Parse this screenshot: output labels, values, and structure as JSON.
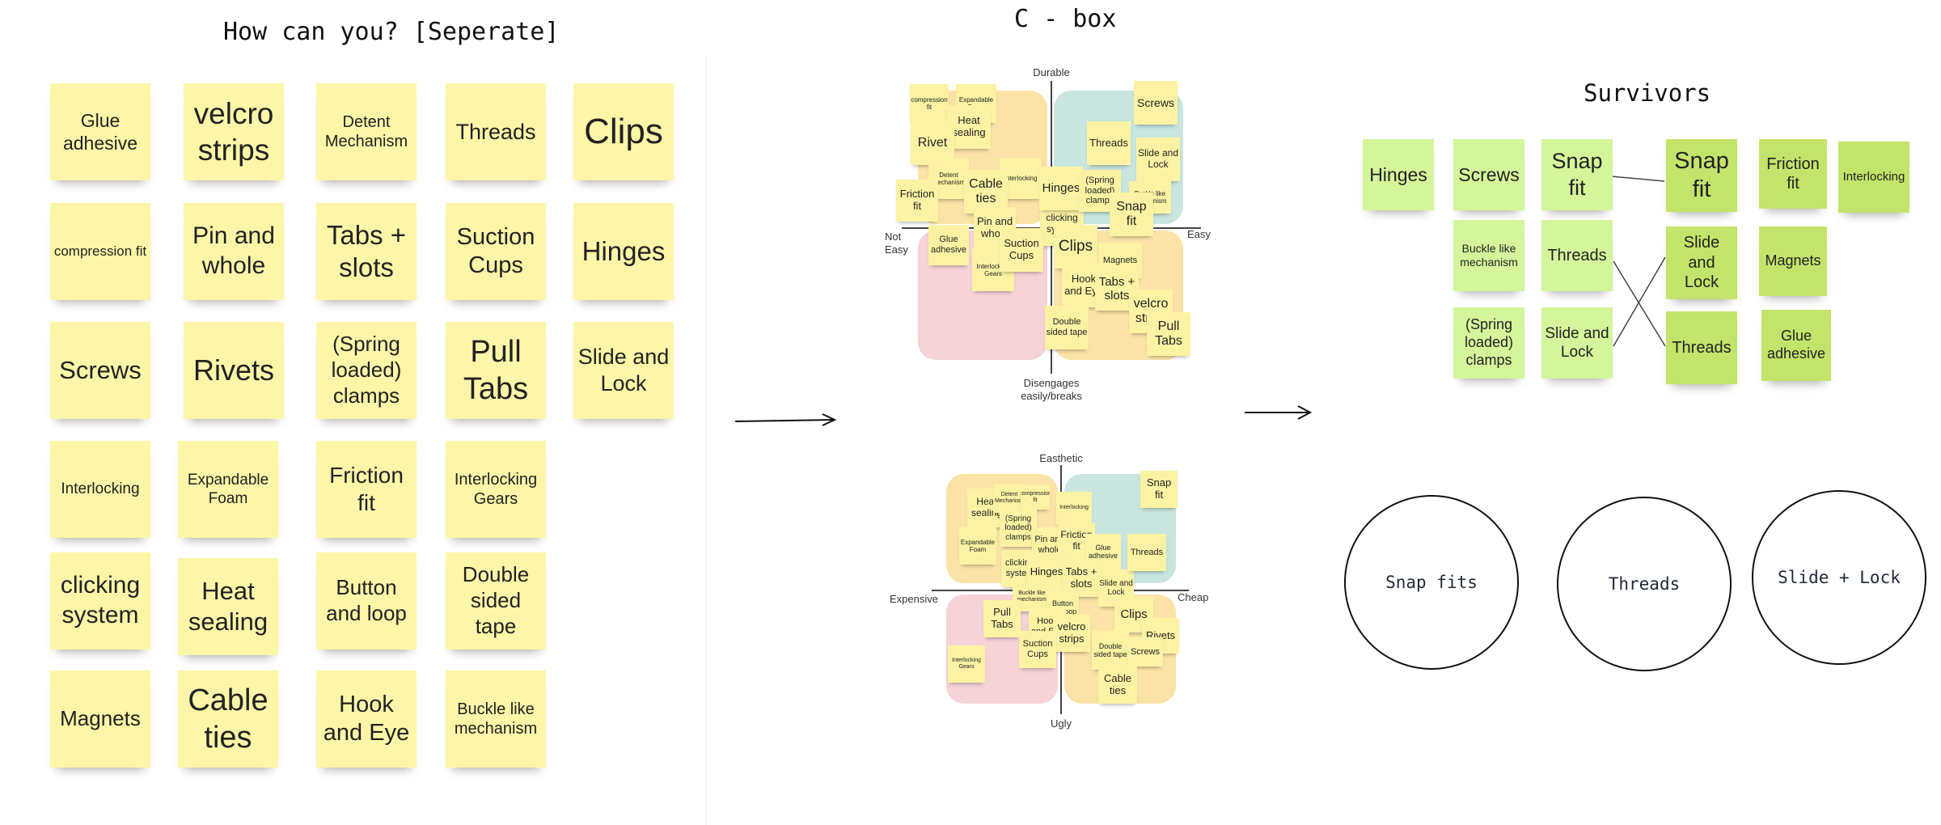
{
  "left_board": {
    "title": "How can you? [Seperate]",
    "stickies": [
      "Glue adhesive",
      "velcro strips",
      "Detent Mechanism",
      "Threads",
      "Clips",
      "compression fit",
      "Pin and whole",
      "Tabs + slots",
      "Suction Cups",
      "Hinges",
      "Screws",
      "Rivets",
      "(Spring loaded) clamps",
      "Pull Tabs",
      "Slide and Lock",
      "Interlocking",
      "Expandable Foam",
      "Friction fit",
      "Interlocking Gears",
      "clicking system",
      "Heat sealing",
      "Button and loop",
      "Double sided tape",
      "Magnets",
      "Cable ties",
      "Hook and Eye",
      "Buckle like mechanism"
    ]
  },
  "cbox": {
    "title": "C - box",
    "matrix1": {
      "top": "Durable",
      "bottom": "Disengages easily/breaks",
      "left": "Not Easy",
      "right": "Easy",
      "stickies": [
        "compression fit",
        "Expandable Foam",
        "Heat sealing",
        "Rivet",
        "Detent Mechanism",
        "Interlocking",
        "Cable ties",
        "Friction fit",
        "Pin and whole",
        "Glue adhesive",
        "Interlocking Gears",
        "clicking system",
        "Suction Cups",
        "Hinges",
        "(Spring loaded) clamps",
        "Threads",
        "Screws",
        "Slide and Lock",
        "Buckle like mechanism",
        "Snap fit",
        "Clips",
        "Magnets",
        "Hook and Eye",
        "Tabs + slots",
        "velcro strips",
        "Double sided tape",
        "Pull Tabs"
      ]
    },
    "matrix2": {
      "top": "Easthetic",
      "bottom": "Ugly",
      "left": "Expensive",
      "right": "Cheap",
      "stickies": [
        "Heat sealing",
        "Detent Mechanism",
        "compression fit",
        "Interlocking",
        "Expandable Foam",
        "(Spring loaded) clamps",
        "Pin and whole",
        "Friction fit",
        "Glue adhesive",
        "clicking system",
        "Hinges",
        "Tabs + slots",
        "Slide and Lock",
        "Buckle like mechanism",
        "Button and loop",
        "Pull Tabs",
        "Hook and Eye",
        "velcro strips",
        "Clips",
        "Rivets",
        "Interlocking Gears",
        "Suction Cups",
        "Double sided tape",
        "Screws",
        "Cable ties",
        "Snap fit",
        "Threads"
      ]
    }
  },
  "survivors": {
    "title": "Survivors",
    "col1": [
      "Hinges"
    ],
    "col2": [
      "Screws",
      "Buckle like mechanism",
      "(Spring loaded) clamps"
    ],
    "col3": [
      "Snap fit",
      "Threads",
      "Slide and Lock"
    ],
    "col4": [
      "Snap fit",
      "Slide and Lock",
      "Threads"
    ],
    "col5": [
      "Friction fit",
      "Magnets",
      "Glue adhesive"
    ],
    "col6": [
      "Interlocking"
    ]
  },
  "circles": [
    "Snap fits",
    "Threads",
    "Slide + Lock"
  ]
}
